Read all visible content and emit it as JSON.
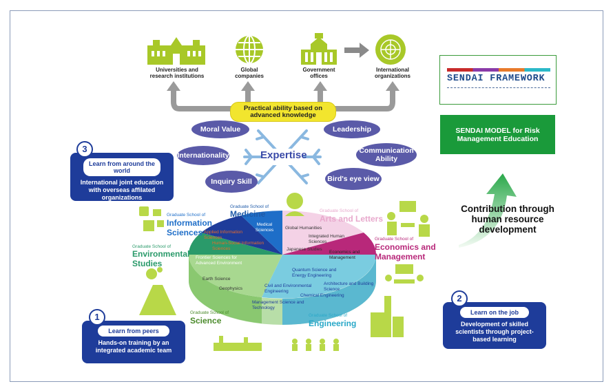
{
  "top": {
    "org_universities": "Universities and research institutions",
    "org_companies": "Global companies",
    "org_government": "Government offices",
    "org_international": "International organizations",
    "practical": "Practical ability based on advanced knowledge"
  },
  "skills": {
    "moral": "Moral Value",
    "leadership": "Leadership",
    "internationality": "Internationality",
    "communication": "Communication Ability",
    "inquiry": "Inquiry Skill",
    "birds_eye": "Bird's eye view",
    "expertise": "Expertise"
  },
  "sendai": {
    "framework_title": "SENDAI FRAMEWORK",
    "model": "SENDAI MODEL for Risk Management Education",
    "contribution": "Contribution through human resource development"
  },
  "boxes": {
    "box3": {
      "num": "3",
      "head": "Learn from around the world",
      "body": "International joint education with overseas affilated organizations"
    },
    "box1": {
      "num": "1",
      "head": "Learn from peers",
      "body": "Hands-on training by an integrated academic team"
    },
    "box2": {
      "num": "2",
      "head": "Learn on the job",
      "body": "Development of skilled scientists through project-based learning"
    }
  },
  "tag": "Graduate School of",
  "schools": {
    "info": {
      "name": "Information Sciences",
      "color": "#1e6ec8"
    },
    "medicine": {
      "name": "Medicine",
      "color": "#1e5aa8"
    },
    "arts": {
      "name": "Arts and Letters",
      "color": "#e8a8cc"
    },
    "econ": {
      "name": "Economics and Management",
      "color": "#b8287a"
    },
    "env": {
      "name": "Environmental Studies",
      "color": "#2a9a6a"
    },
    "science": {
      "name": "Science",
      "color": "#4a8a2a"
    },
    "eng": {
      "name": "Engineering",
      "color": "#2aa8c8"
    }
  },
  "subs": {
    "medical": "Medical Sciences",
    "applied_info": "Applied Information Sciences",
    "human_social": "Human-Social Information Sciences",
    "frontier": "Frontier Sciences for Advanced Environment",
    "global_hum": "Global Humanities",
    "integrated_hum": "Integrated Human Sciences",
    "japanese": "Japanese Studies",
    "econ_mgmt": "Economics and Management",
    "earth": "Earth Science",
    "geophysics": "Geophysics",
    "quantum": "Quantum Science and Energy Engineering",
    "civil": "Civil and Environmental Engineering",
    "arch": "Architecture and Building Science",
    "chemical": "Chemical Engineering",
    "mgmt_sci": "Management Science and Technology"
  },
  "colors": {
    "green_icon": "#a8c828",
    "navy": "#1e3c9a",
    "pill": "#5a5aa8",
    "sendai_green": "#1a9a3a"
  }
}
